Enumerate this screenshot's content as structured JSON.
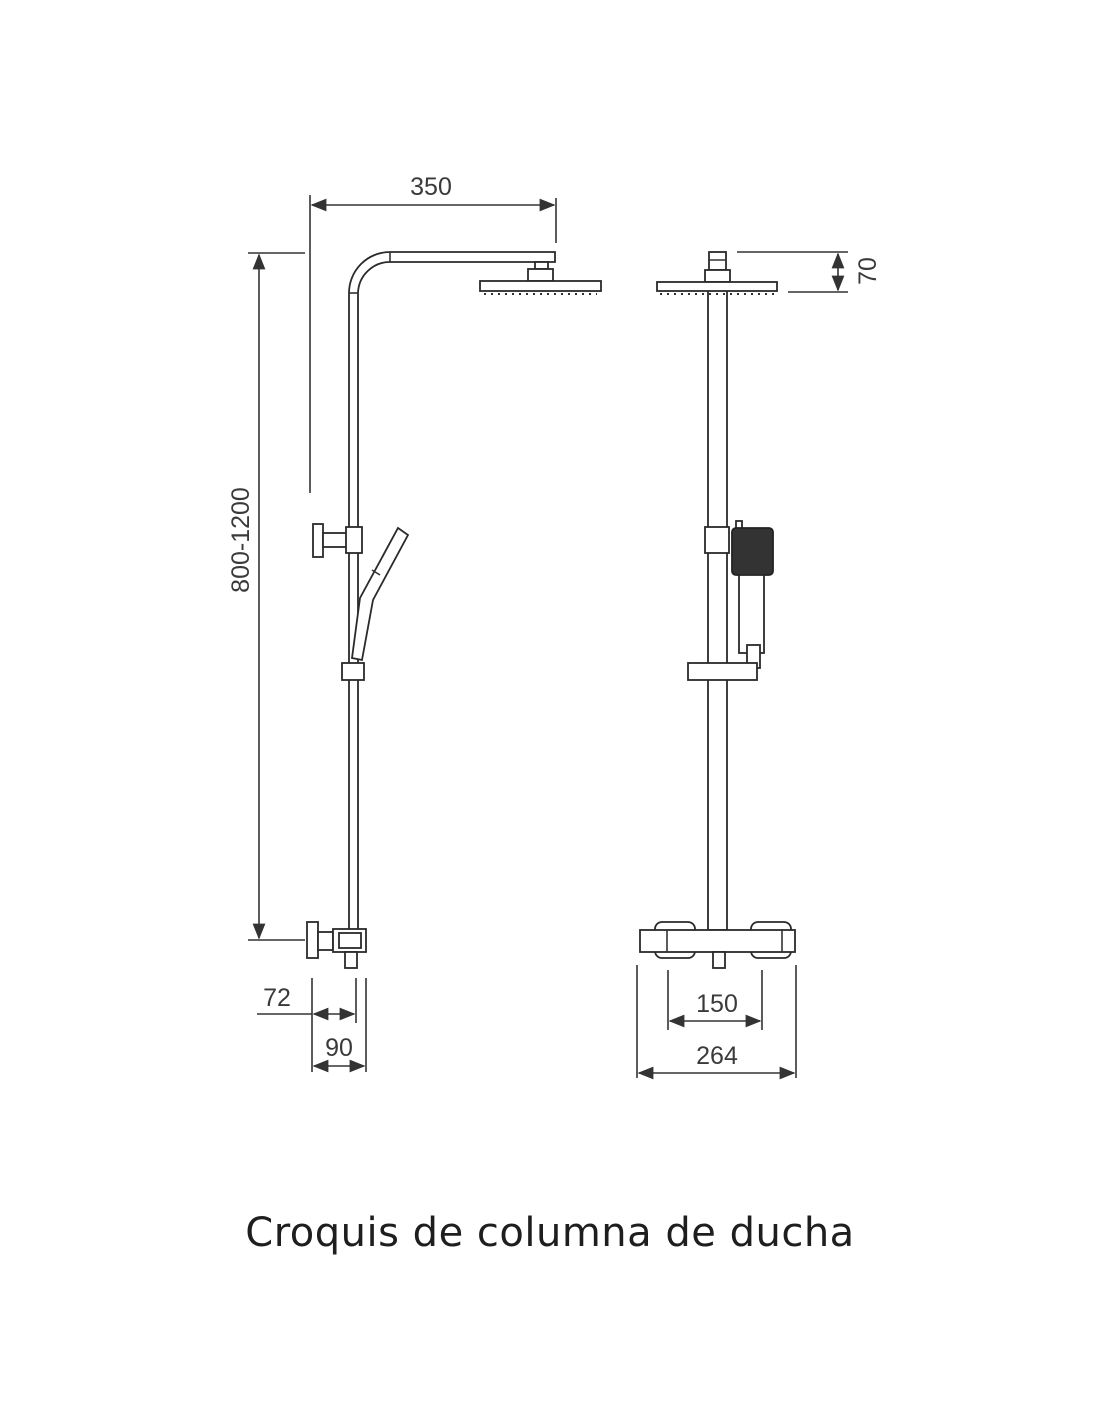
{
  "diagram": {
    "side_view": {
      "dim_arm_length": "350",
      "dim_height": "800-1200",
      "dim_wall_offset_a": "72",
      "dim_wall_offset_b": "90"
    },
    "front_view": {
      "dim_head_height": "70",
      "dim_inlet_spacing": "150",
      "dim_mixer_width": "264"
    }
  },
  "caption": "Croquis de columna de ducha"
}
